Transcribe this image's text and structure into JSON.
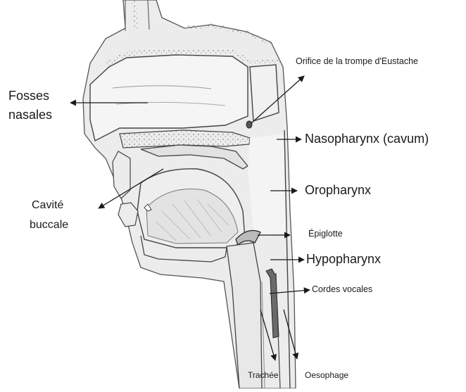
{
  "labels": {
    "fosses_nasales_line1": "Fosses",
    "fosses_nasales_line2": "nasales",
    "cavite_buccale_line1": "Cavité",
    "cavite_buccale_line2": "buccale",
    "orifice_trompe": "Orifice de la trompe d'Eustache",
    "nasopharynx": "Nasopharynx (cavum)",
    "oropharynx": "Oropharynx",
    "epiglotte": "Épiglotte",
    "hypopharynx": "Hypopharynx",
    "cordes_vocales": "Cordes vocales",
    "trachee": "Trachée",
    "oesophage": "Oesophage"
  },
  "colors": {
    "ink": "#3a3a3a",
    "tissue": "#e6e6e6",
    "cavity": "#f3f3f3",
    "bone": "#d6d6d6"
  }
}
